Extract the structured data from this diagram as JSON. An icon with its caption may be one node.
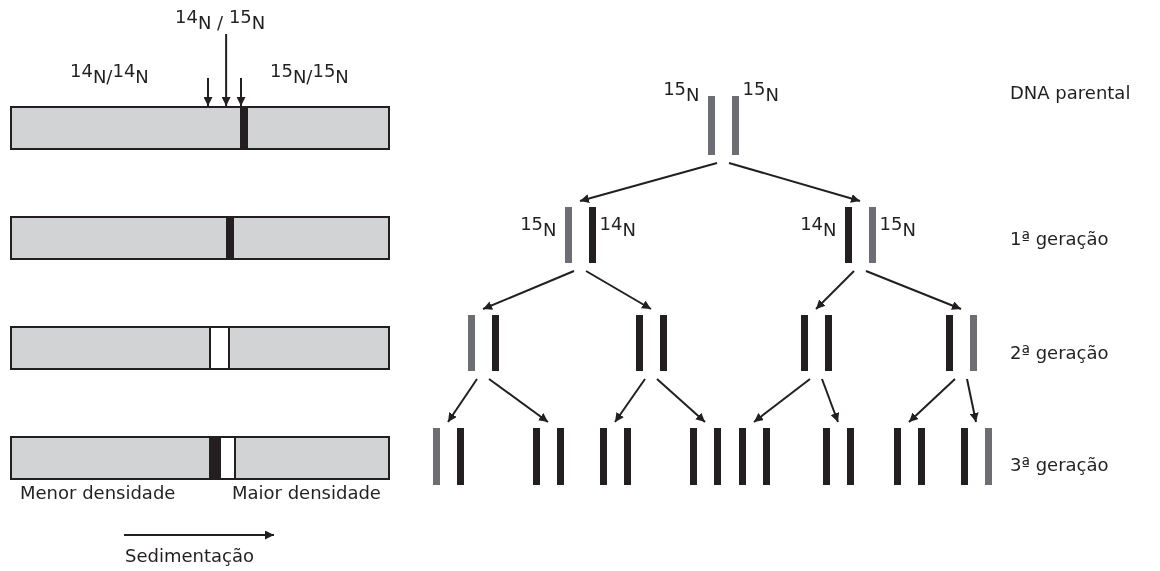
{
  "diagram": {
    "nodes": [
      {
        "text": [
          "$^{14}$N / $^{15}$N"
        ]
      },
      {
        "text": [],
        "shape": "box"
      },
      {
        "text": [],
        "shape": "box"
      },
      {
        "text": [],
        "shape": "box"
      },
      {
        "text": [],
        "shape": "box"
      },
      {
        "text": [],
        "shape": "bar",
        "beside": [
          "$^{15}$N",
          "$^{15}$N"
        ]
      },
      {
        "text": [],
        "shape": "bar",
        "beside": [
          "$^{15}$N",
          "$^{14}$N"
        ]
      },
      {
        "text": [],
        "shape": "bar",
        "beside": [
          "$^{14}$N",
          "$^{15}$N"
        ]
      },
      {
        "text": [],
        "shape": "bar"
      },
      {
        "text": [],
        "shape": "bar"
      },
      {
        "text": [],
        "shape": "bar"
      },
      {
        "text": [],
        "shape": "bar"
      },
      {
        "text": [],
        "shape": "bar"
      },
      {
        "text": [],
        "shape": "bar"
      },
      {
        "text": [],
        "shape": "bar"
      },
      {
        "text": [],
        "shape": "bar"
      },
      {
        "text": [],
        "shape": "bar"
      },
      {
        "text": [],
        "shape": "bar"
      },
      {
        "text": [],
        "shape": "bar"
      },
      {
        "text": [],
        "shape": "bar"
      }
    ],
    "edges": [
      {
        "from": null,
        "to": 1,
        "arrow": "to"
      },
      {
        "from": 0,
        "to": 1,
        "arrow": "to"
      },
      {
        "from": null,
        "to": 1,
        "arrow": "to"
      },
      {
        "from": 5,
        "to": 6,
        "arrow": "to"
      },
      {
        "from": 5,
        "to": 7,
        "arrow": "to"
      },
      {
        "from": 6,
        "to": 8,
        "arrow": "to"
      },
      {
        "from": 6,
        "to": 9,
        "arrow": "to"
      },
      {
        "from": 7,
        "to": 10,
        "arrow": "to"
      },
      {
        "from": 7,
        "to": 11,
        "arrow": "to"
      },
      {
        "from": 8,
        "to": 12,
        "arrow": "to"
      },
      {
        "from": 8,
        "to": 13,
        "arrow": "to"
      },
      {
        "from": 9,
        "to": 14,
        "arrow": "to"
      },
      {
        "from": 9,
        "to": 15,
        "arrow": "to"
      },
      {
        "from": 10,
        "to": 16,
        "arrow": "to"
      },
      {
        "from": 10,
        "to": 17,
        "arrow": "to"
      },
      {
        "from": 11,
        "to": 18,
        "arrow": "to"
      },
      {
        "from": 11,
        "to": 19,
        "arrow": "to"
      }
    ],
    "labels": [
      "$^{14}$N/$^{14}$N",
      "$^{15}$N/$^{15}$N",
      "DNA parental",
      "1ª geração",
      "2ª geração",
      "3ª geração",
      "Menor densidade",
      "Maior densidade",
      "Sedimentação"
    ]
  }
}
